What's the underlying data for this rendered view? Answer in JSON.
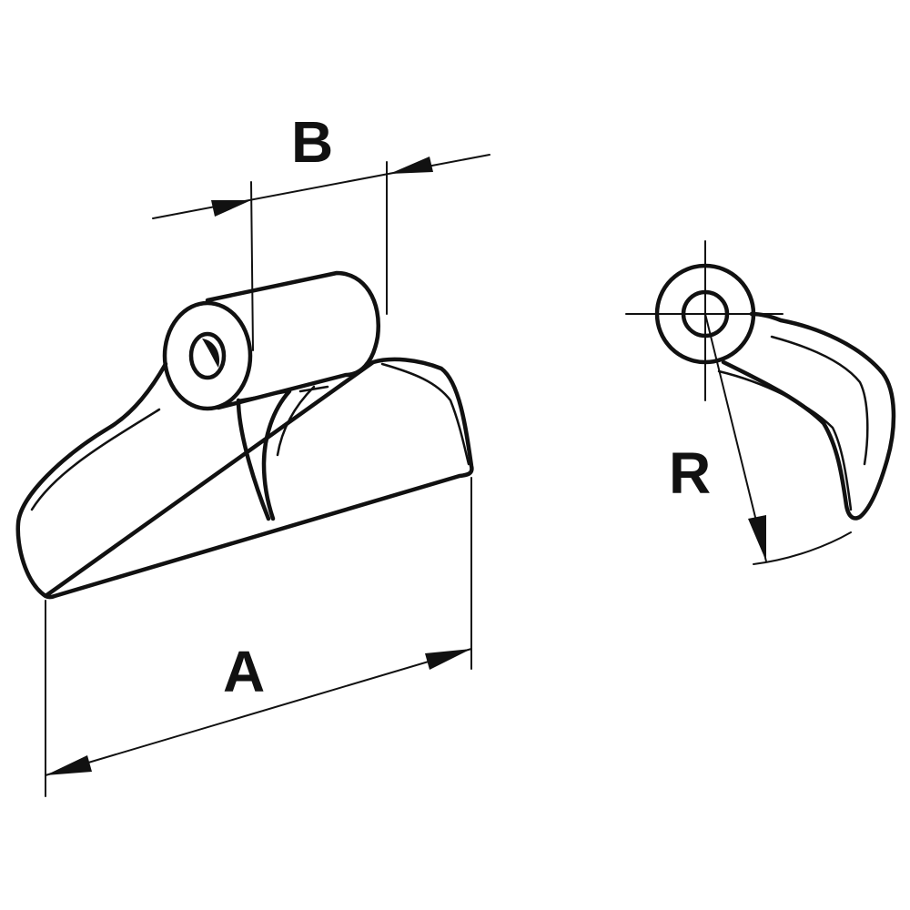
{
  "labels": {
    "a": "A",
    "b": "B",
    "r": "R"
  },
  "colors": {
    "ink": "#111111",
    "background": "#ffffff"
  }
}
